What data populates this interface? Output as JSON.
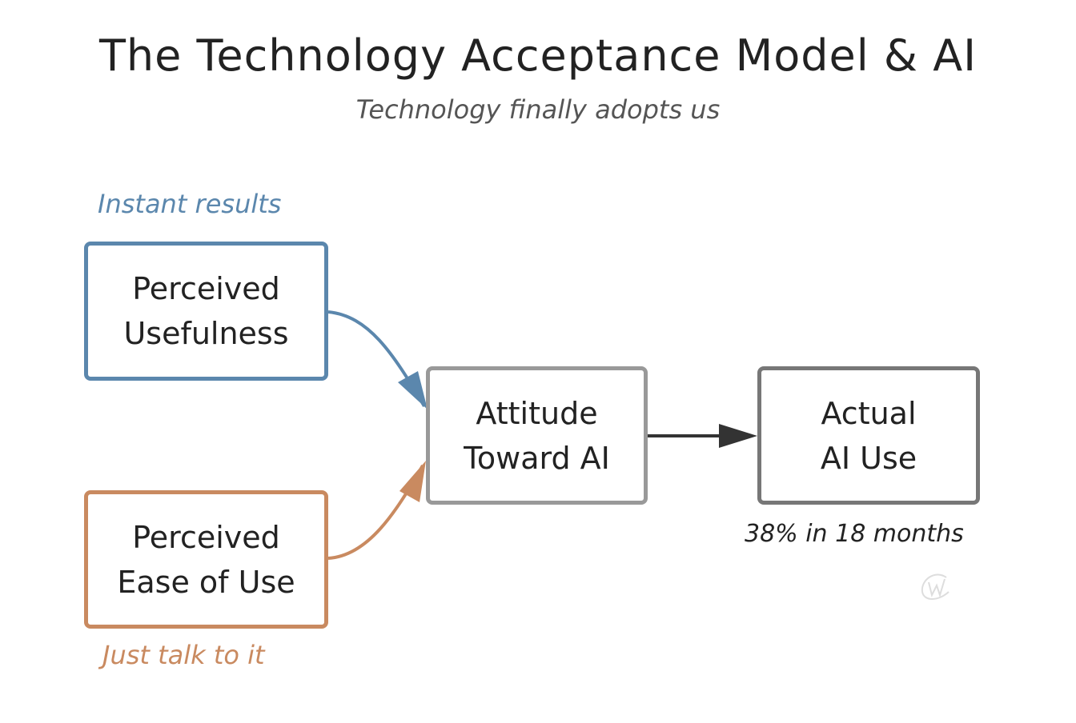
{
  "title": "The Technology Acceptance Model & AI",
  "subtitle": "Technology finally adopts us",
  "nodes": {
    "usefulness": {
      "line1": "Perceived",
      "line2": "Usefulness",
      "note": "Instant results"
    },
    "ease": {
      "line1": "Perceived",
      "line2": "Ease of Use",
      "note": "Just talk to it"
    },
    "attitude": {
      "line1": "Attitude",
      "line2": "Toward AI"
    },
    "use": {
      "line1": "Actual",
      "line2": "AI Use",
      "note": "38% in 18 months"
    }
  },
  "colors": {
    "usefulness": "#5b87ad",
    "ease": "#c98a60",
    "attitude": "#999999",
    "use": "#777777",
    "arrow": "#333333"
  },
  "watermark": "w"
}
